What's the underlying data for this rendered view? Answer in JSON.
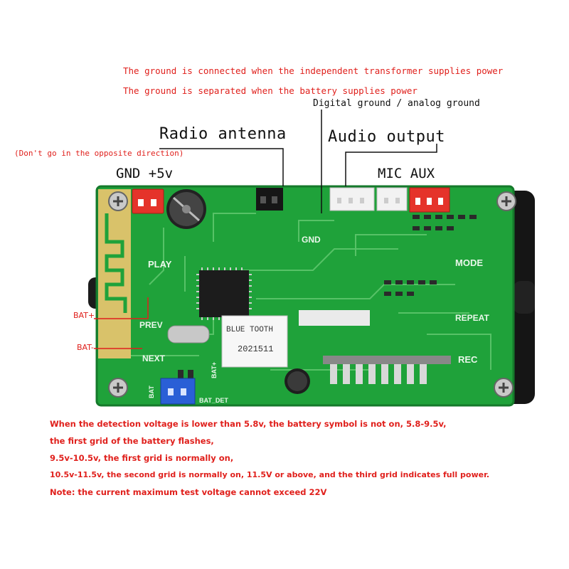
{
  "notes": {
    "line1": "The ground is connected when the independent transformer supplies power",
    "line2": "The ground  is separated when the battery supplies power",
    "ground_types": "Digital ground  / analog ground",
    "direction_warning": "(Don't go in the opposite direction)"
  },
  "callouts": {
    "radio_antenna": "Radio antenna",
    "audio_output": "Audio output",
    "gnd_5v": "GND +5v",
    "mic_aux": "MIC AUX",
    "bat_plus": "BAT+",
    "bat_minus": "BAT-"
  },
  "board": {
    "label_play": "PLAY",
    "label_prev": "PREV",
    "label_next": "NEXT",
    "label_mode": "MODE",
    "label_repeat": "REPEAT",
    "label_rec": "REC",
    "label_gnd": "GND",
    "label_bat_det": "BAT_DET",
    "label_bat_plus_pcb": "BAT+",
    "label_bat_pcb": "BAT",
    "sticker_line1": "BLUE TOOTH",
    "sticker_line2": "2021511"
  },
  "voltage_notes": [
    "When the detection voltage is lower than 5.8v, the battery symbol is not on, 5.8-9.5v,",
    "the first grid of the battery flashes,",
    " 9.5v-10.5v, the first grid is normally on,",
    "10.5v-11.5v, the second grid is normally on, 11.5V or above, and the third grid indicates full power.",
    "Note: the current maximum test voltage cannot exceed 22V"
  ],
  "colors": {
    "annotation_red": "#e0201c",
    "pcb_green": "#1fa23a",
    "connector_red": "#e5332a",
    "connector_white": "#f2f2f2",
    "connector_blue": "#2a5fd6"
  }
}
